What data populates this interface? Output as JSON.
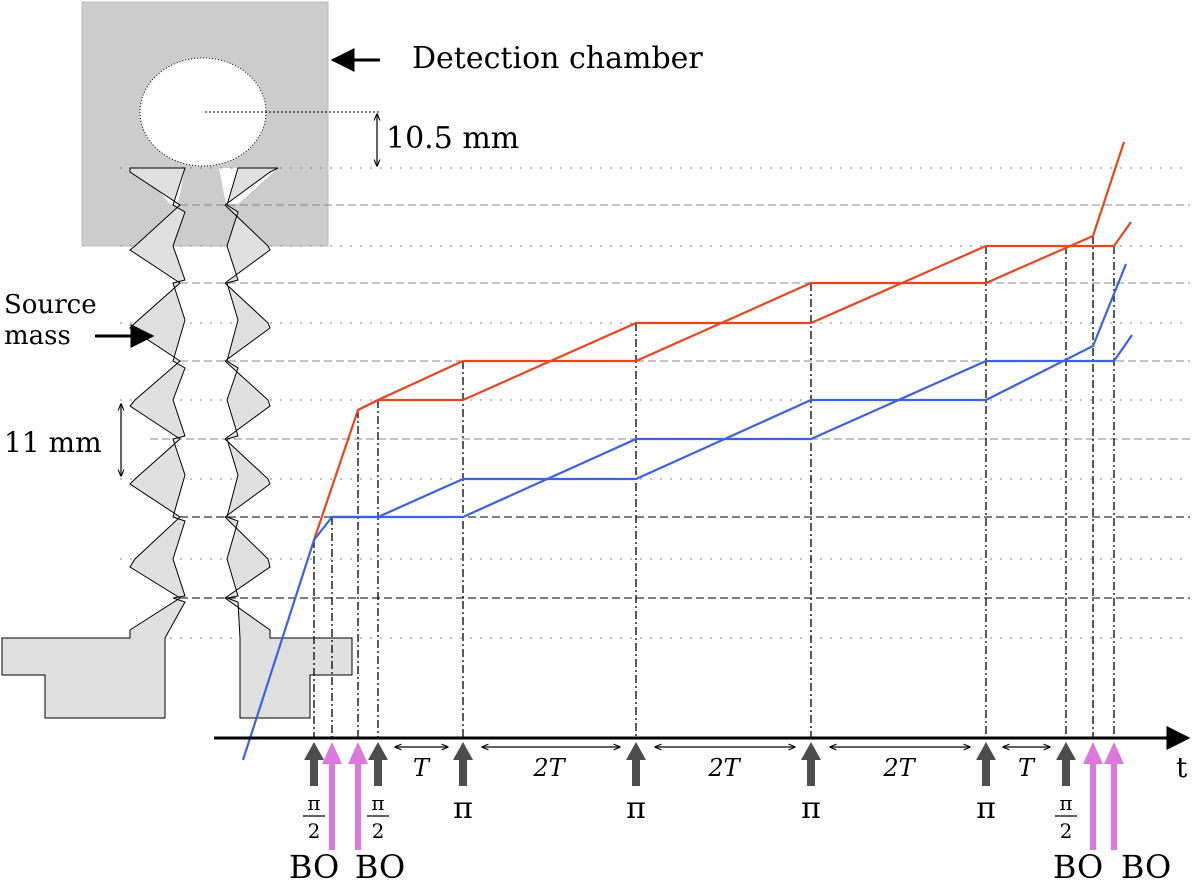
{
  "labels": {
    "chamber": "Detection chamber",
    "chamber_dim": "10.5 mm",
    "source_mass_line1": "Source",
    "source_mass_line2": "mass",
    "period_dim": "11 mm",
    "time_axis": "t"
  },
  "pulses": {
    "half_pi_num": "π",
    "half_pi_den": "2",
    "pi": "π",
    "bloch_oscillation": "BO"
  },
  "intervals": [
    "T",
    "2T",
    "2T",
    "2T",
    "T"
  ],
  "colors": {
    "upper_trajectory": "#e8461e",
    "lower_trajectory": "#3d62e0",
    "pulse_arrow": "#4d4d4d",
    "bo_arrow": "#dd77dd",
    "mass_fill": "#e0e0e0",
    "chamber_fill": "#cccccc"
  }
}
